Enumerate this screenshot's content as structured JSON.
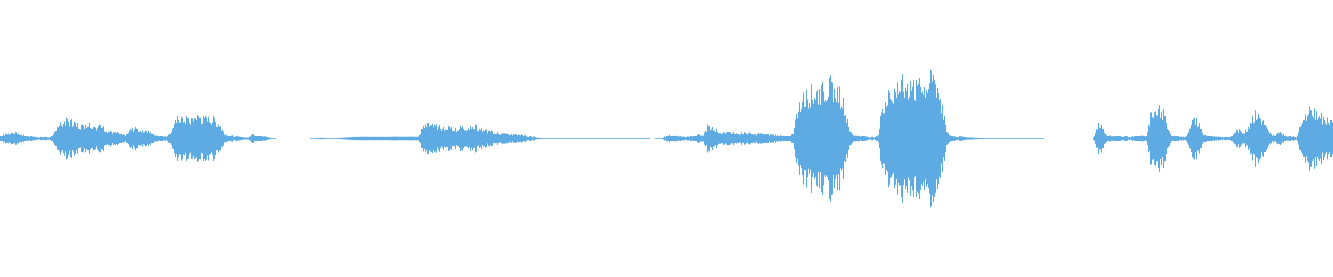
{
  "waveform": {
    "color": "#5DABE2",
    "amplitude_envelope": [
      0.04,
      0.06,
      0.07,
      0.08,
      0.07,
      0.05,
      0.04,
      0.03,
      0.025,
      0.02,
      0.02,
      0.02,
      0.02,
      0.03,
      0.18,
      0.22,
      0.25,
      0.23,
      0.24,
      0.19,
      0.17,
      0.21,
      0.2,
      0.17,
      0.16,
      0.18,
      0.12,
      0.1,
      0.08,
      0.07,
      0.05,
      0.04,
      0.12,
      0.14,
      0.13,
      0.12,
      0.1,
      0.08,
      0.06,
      0.04,
      0.03,
      0.03,
      0.08,
      0.22,
      0.3,
      0.28,
      0.26,
      0.27,
      0.29,
      0.3,
      0.27,
      0.26,
      0.28,
      0.24,
      0.2,
      0.08,
      0.05,
      0.04,
      0.02,
      0.015,
      0.01,
      0.01,
      0.06,
      0.05,
      0.04,
      0.02,
      0.01,
      0.005,
      0.0,
      0.0,
      0.0,
      0.0,
      0.0,
      0.0,
      0.0,
      0.0,
      0.0,
      0.005,
      0.006,
      0.008,
      0.006,
      0.005,
      0.004,
      0.006,
      0.008,
      0.01,
      0.012,
      0.014,
      0.014,
      0.015,
      0.015,
      0.014,
      0.015,
      0.014,
      0.015,
      0.014,
      0.015,
      0.016,
      0.015,
      0.015,
      0.015,
      0.016,
      0.015,
      0.016,
      0.19,
      0.2,
      0.18,
      0.17,
      0.16,
      0.15,
      0.16,
      0.15,
      0.14,
      0.15,
      0.16,
      0.14,
      0.15,
      0.17,
      0.13,
      0.12,
      0.1,
      0.09,
      0.08,
      0.07,
      0.07,
      0.06,
      0.06,
      0.06,
      0.05,
      0.04,
      0.03,
      0.02,
      0.008,
      0.006,
      0.005,
      0.005,
      0.005,
      0.005,
      0.005,
      0.005,
      0.005,
      0.005,
      0.005,
      0.005,
      0.005,
      0.005,
      0.005,
      0.005,
      0.005,
      0.005,
      0.005,
      0.005,
      0.005,
      0.005,
      0.005,
      0.005,
      0.005,
      0.005,
      0.005,
      0.005,
      0.0,
      0.0,
      0.005,
      0.005,
      0.04,
      0.05,
      0.04,
      0.03,
      0.02,
      0.02,
      0.03,
      0.04,
      0.05,
      0.04,
      0.18,
      0.15,
      0.12,
      0.1,
      0.09,
      0.08,
      0.08,
      0.07,
      0.07,
      0.08,
      0.07,
      0.07,
      0.06,
      0.07,
      0.06,
      0.06,
      0.05,
      0.05,
      0.04,
      0.03,
      0.03,
      0.06,
      0.4,
      0.5,
      0.58,
      0.64,
      0.62,
      0.66,
      0.65,
      0.68,
      0.72,
      0.75,
      0.7,
      0.6,
      0.4,
      0.1,
      0.05,
      0.04,
      0.03,
      0.03,
      0.02,
      0.02,
      0.03,
      0.48,
      0.55,
      0.62,
      0.68,
      0.72,
      0.75,
      0.76,
      0.78,
      0.72,
      0.7,
      0.74,
      0.78,
      0.8,
      0.82,
      0.7,
      0.35,
      0.08,
      0.04,
      0.03,
      0.02,
      0.015,
      0.01,
      0.01,
      0.008,
      0.006,
      0.006,
      0.005,
      0.005,
      0.005,
      0.005,
      0.005,
      0.005,
      0.005,
      0.005,
      0.005,
      0.005,
      0.005,
      0.004,
      0.004,
      0.004,
      0.0,
      0.0,
      0.0,
      0.0,
      0.0,
      0.0,
      0.0,
      0.0,
      0.0,
      0.0,
      0.0,
      0.0,
      0.0,
      0.18,
      0.2,
      0.06,
      0.04,
      0.03,
      0.03,
      0.03,
      0.03,
      0.02,
      0.03,
      0.03,
      0.04,
      0.03,
      0.3,
      0.42,
      0.4,
      0.38,
      0.2,
      0.05,
      0.03,
      0.03,
      0.02,
      0.03,
      0.22,
      0.26,
      0.2,
      0.06,
      0.03,
      0.03,
      0.03,
      0.02,
      0.02,
      0.02,
      0.03,
      0.1,
      0.12,
      0.08,
      0.16,
      0.28,
      0.34,
      0.3,
      0.2,
      0.1,
      0.05,
      0.06,
      0.1,
      0.04,
      0.03,
      0.03,
      0.02,
      0.2,
      0.3,
      0.4,
      0.36,
      0.34,
      0.3,
      0.28,
      0.26
    ]
  }
}
